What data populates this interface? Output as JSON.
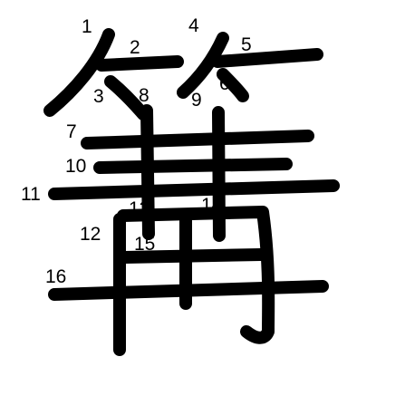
{
  "figure": {
    "colors": {
      "stroke": "#000000",
      "background": "#ffffff",
      "label": "#000000"
    },
    "stroke_numbers": [
      "1",
      "2",
      "3",
      "4",
      "5",
      "6",
      "7",
      "8",
      "9",
      "10",
      "11",
      "12",
      "13",
      "14",
      "15",
      "16"
    ]
  }
}
